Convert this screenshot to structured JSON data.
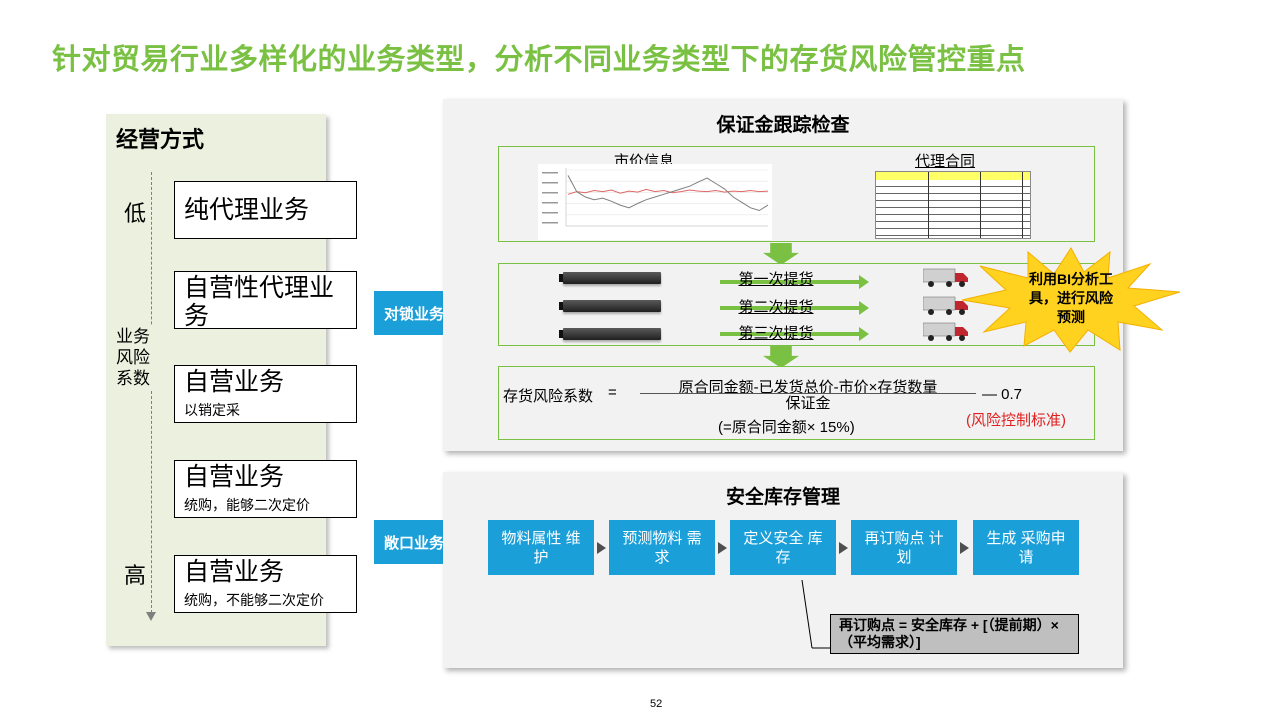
{
  "title": "针对贸易行业多样化的业务类型，分析不同业务类型下的存货风险管控重点",
  "left": {
    "heading": "经营方式",
    "axis_low": "低",
    "axis_high": "高",
    "axis_label": "业务风险系数",
    "modes": [
      {
        "main": "纯代理业务",
        "sub": ""
      },
      {
        "main": "自营性代理业务",
        "sub": ""
      },
      {
        "main": "自营业务",
        "sub": "以销定采"
      },
      {
        "main": "自营业务",
        "sub": "统购，能够二次定价"
      },
      {
        "main": "自营业务",
        "sub": "统购，不能够二次定价"
      }
    ]
  },
  "top_panel": {
    "chevron": "对锁业务",
    "title": "保证金跟踪检查",
    "market_label": "市价信息",
    "contract_label": "代理合同",
    "market_chart": {
      "series": [
        {
          "color": "#e06666",
          "values": [
            0.55,
            0.6,
            0.58,
            0.62,
            0.6,
            0.63,
            0.57,
            0.61,
            0.59,
            0.64,
            0.6,
            0.62,
            0.58,
            0.6,
            0.63,
            0.61,
            0.6,
            0.62,
            0.59,
            0.61,
            0.6,
            0.62,
            0.6,
            0.61
          ]
        },
        {
          "color": "#7f7f7f",
          "values": [
            0.9,
            0.6,
            0.5,
            0.45,
            0.48,
            0.42,
            0.35,
            0.3,
            0.38,
            0.45,
            0.5,
            0.55,
            0.6,
            0.65,
            0.7,
            0.78,
            0.85,
            0.75,
            0.65,
            0.5,
            0.4,
            0.3,
            0.25,
            0.35
          ]
        }
      ]
    },
    "shipments": [
      "第一次提货",
      "第二次提货",
      "第三次提货"
    ],
    "starburst": "利用BI分析工具，进行风险预测",
    "formula": {
      "label": "存货风险系数",
      "eq": "=",
      "numerator": "原合同金额-已发货总价-市价×存货数量",
      "denominator": "保证金",
      "note": "(=原合同金额× 15%)",
      "compare": "—  0.7",
      "standard": "(风险控制标准)"
    }
  },
  "bottom_panel": {
    "chevron": "敞口业务",
    "title": "安全库存管理",
    "steps": [
      "物料属性 维护",
      "预测物料 需求",
      "定义安全 库存",
      "再订购点 计划",
      "生成 采购申请"
    ],
    "formula": "再订购点 = 安全库存 + [（提前期）×（平均需求）]"
  },
  "page_number": "52",
  "colors": {
    "accent_green": "#7ac143",
    "accent_blue": "#1b9fd9",
    "star_yellow": "#ffd21f",
    "risk_red": "#e02020"
  }
}
